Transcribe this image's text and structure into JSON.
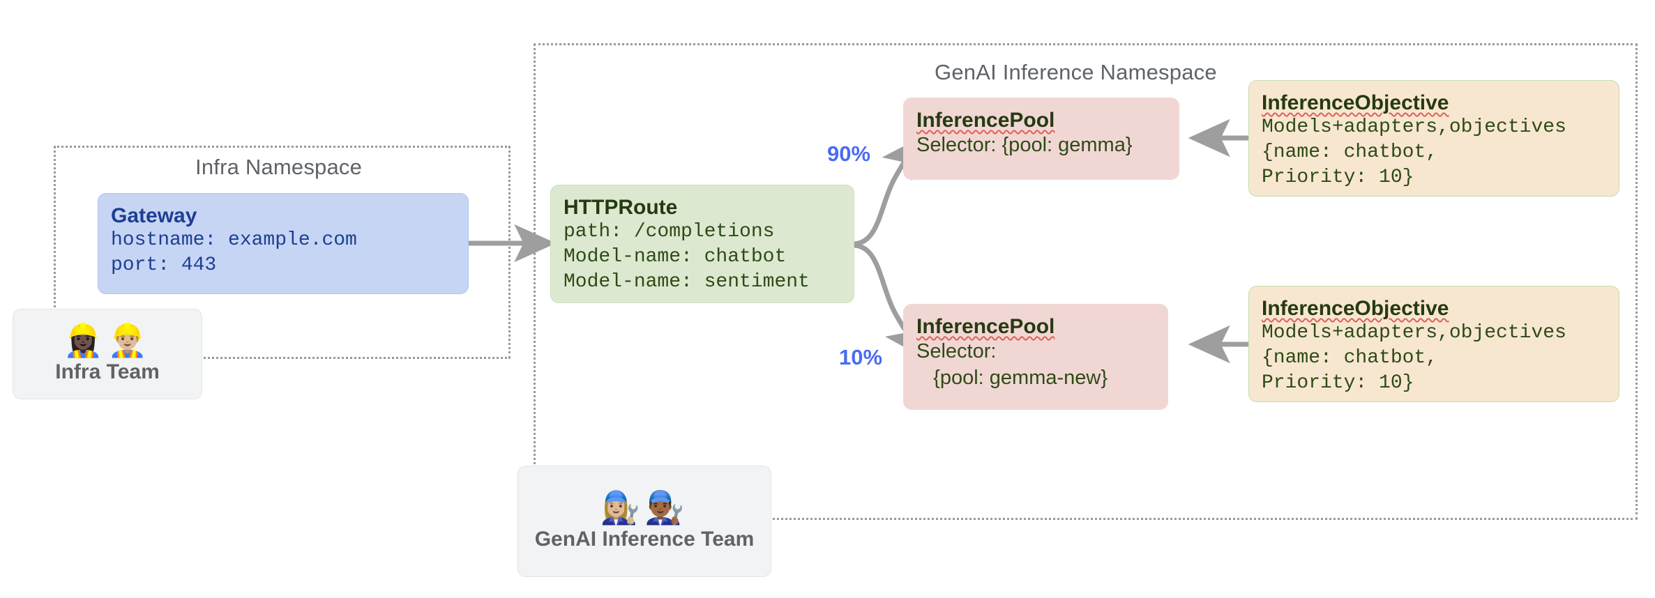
{
  "diagram": {
    "namespaces": [
      {
        "id": "infra",
        "title": "Infra Namespace"
      },
      {
        "id": "genai",
        "title": "GenAI Inference Namespace"
      }
    ],
    "gateway": {
      "title": "Gateway",
      "lines": "hostname: example.com\nport: 443"
    },
    "httproute": {
      "title": "HTTPRoute",
      "lines": "path: /completions\nModel-name: chatbot\nModel-name: sentiment"
    },
    "pools": [
      {
        "title": "InferencePool",
        "lines": "Selector: {pool: gemma}",
        "weight": "90%"
      },
      {
        "title": "InferencePool",
        "lines": "Selector:\n   {pool: gemma-new}",
        "weight": "10%"
      }
    ],
    "objectives": [
      {
        "title": "InferenceObjective",
        "lines": "Models+adapters,objectives\n{name: chatbot,\nPriority: 10}"
      },
      {
        "title": "InferenceObjective",
        "lines": "Models+adapters,objectives\n{name: chatbot,\nPriority: 10}"
      }
    ],
    "teams": [
      {
        "id": "infra-team",
        "label": "Infra Team",
        "emojis": "👷🏿‍♀️👷🏼‍♂️",
        "icon_names": "construction-worker-icon"
      },
      {
        "id": "genai-team",
        "label": "GenAI Inference Team",
        "emojis": "👩🏼‍🔧👨🏾‍🔧",
        "icon_names": "mechanic-icon"
      }
    ],
    "colors": {
      "gateway_fill": "#c7d5f5",
      "gateway_text": "#1c3f94",
      "route_fill": "#dce9d0",
      "pool_fill": "#f1d7d4",
      "objective_fill": "#f7e7d1",
      "resource_text": "#2f4a16",
      "weight_label": "#4a6bf5",
      "namespace_border": "#9a9a9a",
      "arrow": "#9e9e9e",
      "team_fill": "#f1f3f4",
      "team_text": "#5f6368",
      "spellcheck_underline": "#e06055"
    }
  }
}
